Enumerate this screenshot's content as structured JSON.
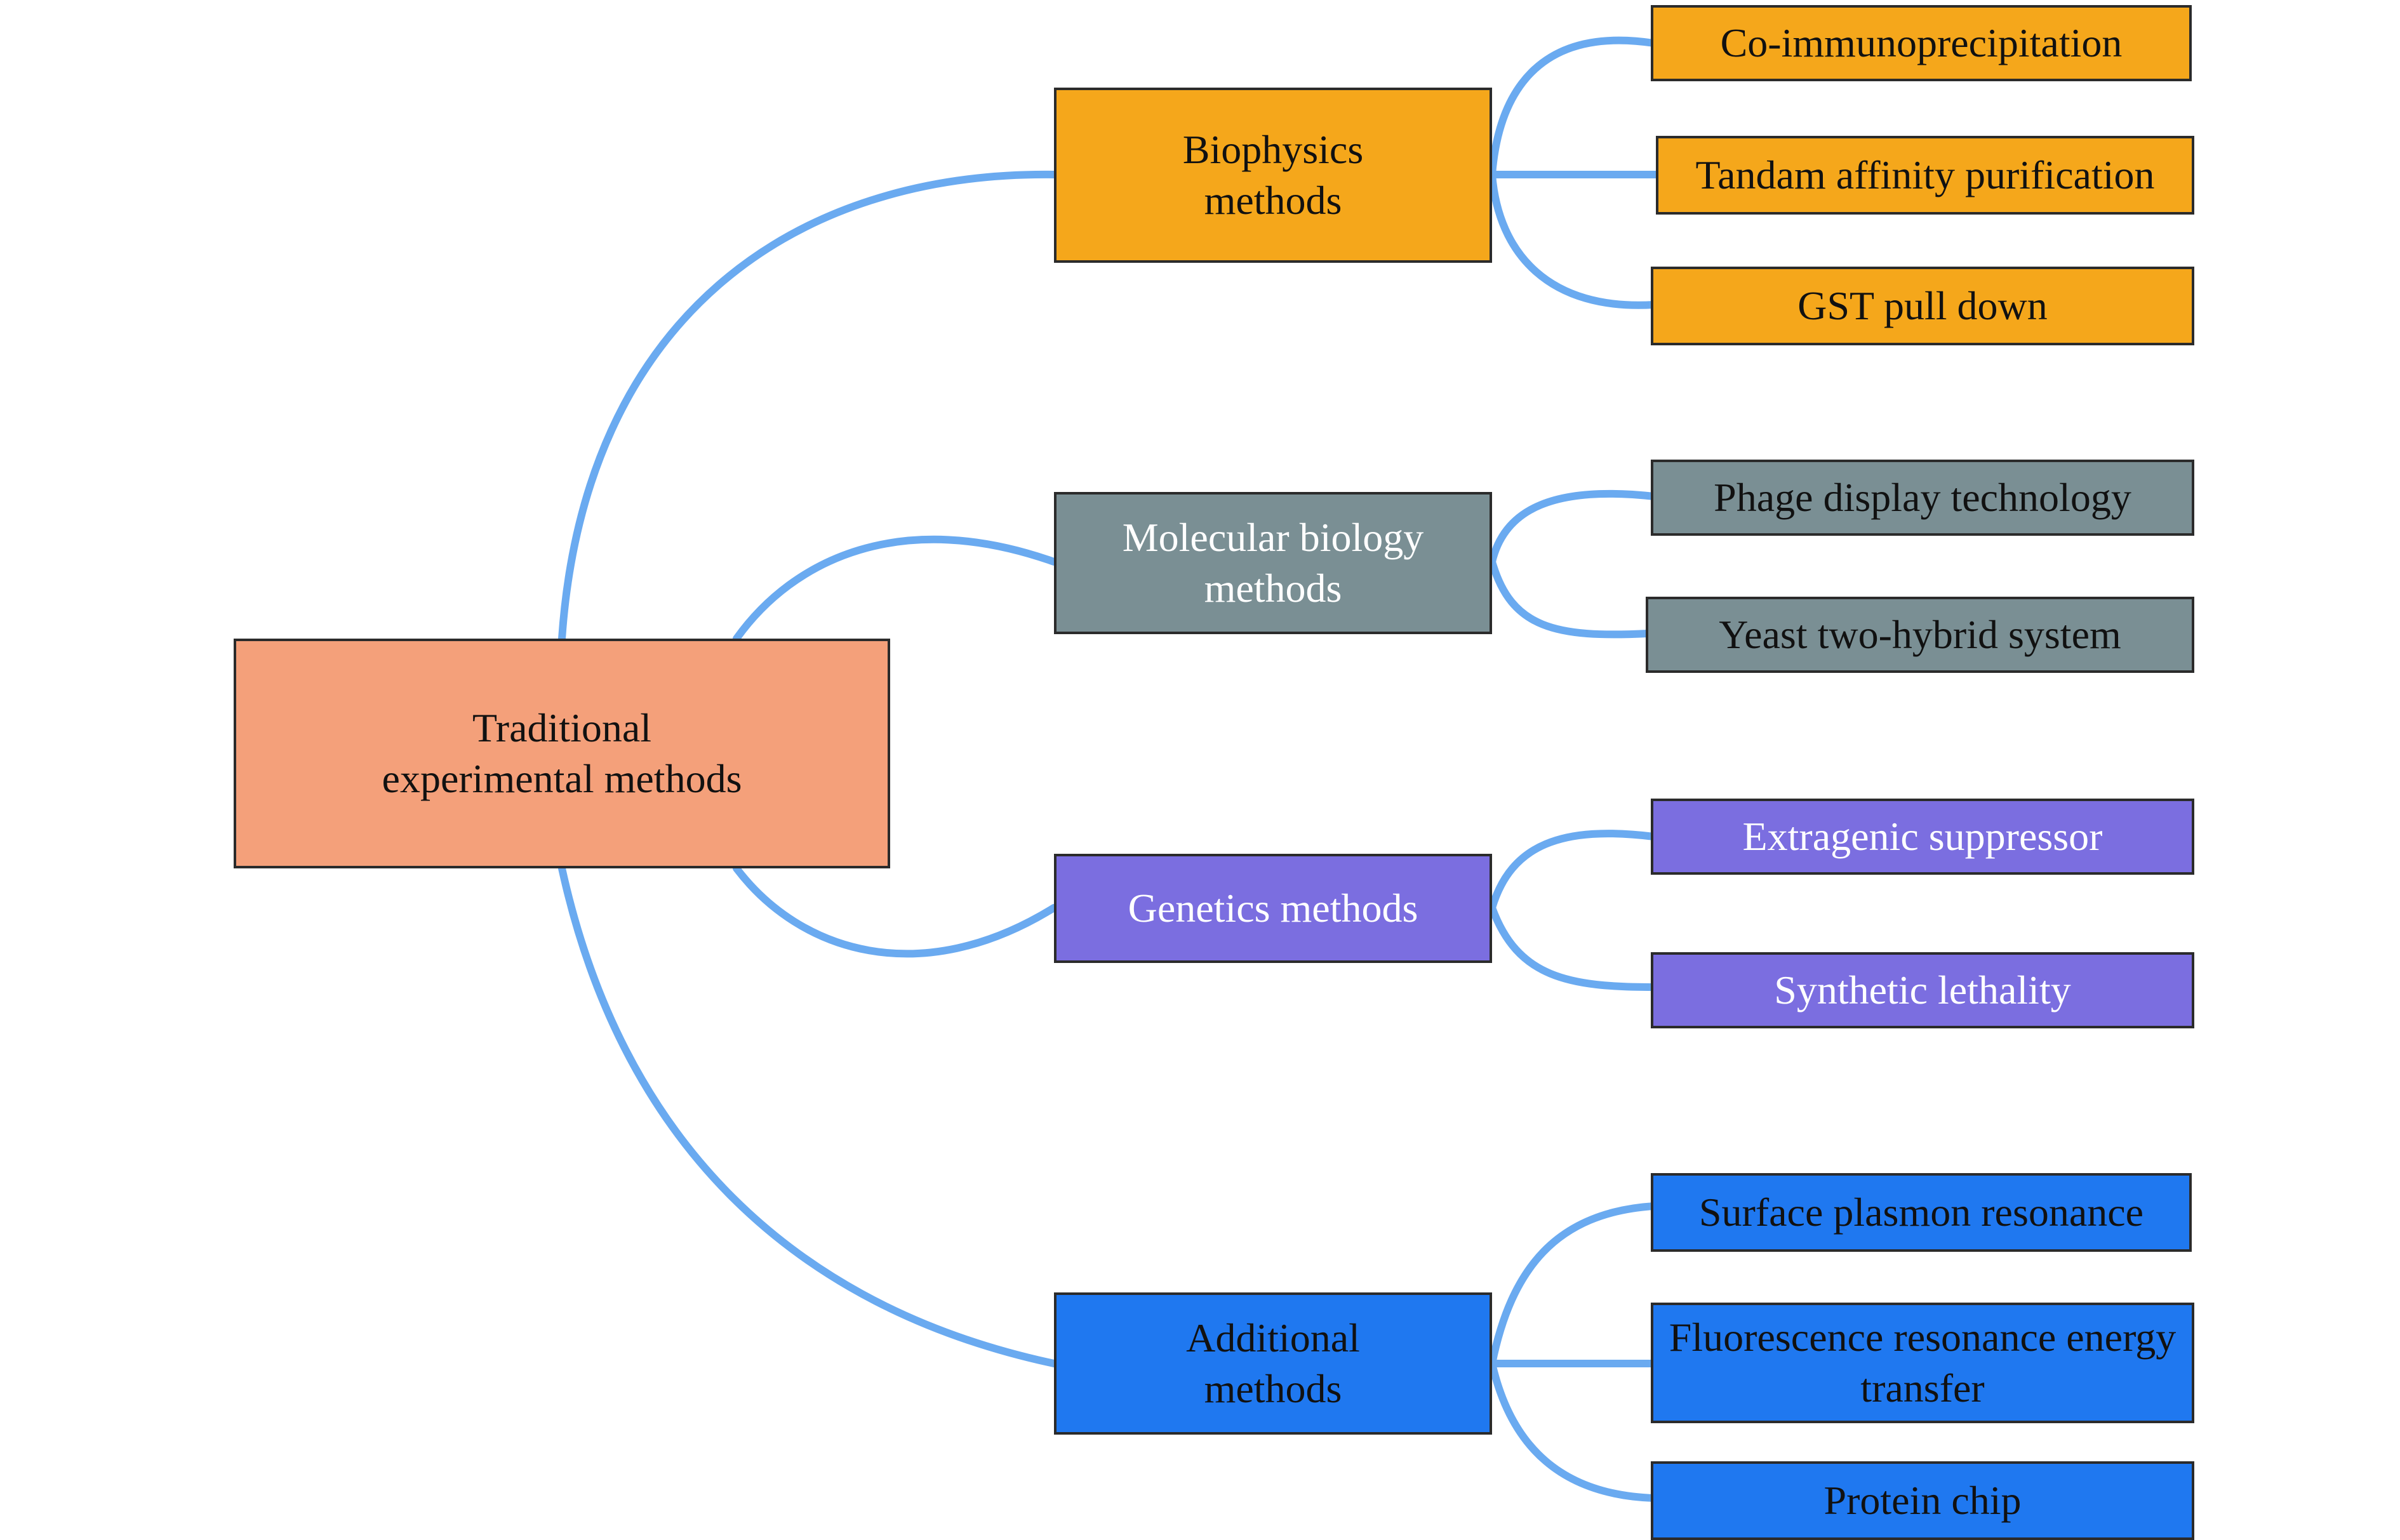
{
  "root": {
    "label": "Traditional experimental methods",
    "line1": "Traditional",
    "line2": "experimental methods"
  },
  "categories": [
    {
      "id": "biophysics",
      "line1": "Biophysics",
      "line2": "methods",
      "color": "#f5a71b",
      "children": [
        "Co-immunoprecipitation",
        "Tandam affinity purification",
        "GST pull down"
      ]
    },
    {
      "id": "molecular",
      "line1": "Molecular biology",
      "line2": "methods",
      "color": "#7a8f94",
      "children": [
        "Phage display technology",
        "Yeast two-hybrid system"
      ]
    },
    {
      "id": "genetics",
      "line1": "Genetics methods",
      "line2": "",
      "color": "#7b6ee0",
      "children": [
        "Extragenic suppressor",
        "Synthetic lethality"
      ]
    },
    {
      "id": "additional",
      "line1": "Additional",
      "line2": "methods",
      "color": "#1f78f0",
      "children": [
        "Surface plasmon resonance",
        "Fluorescence resonance energy transfer",
        "Protein chip"
      ]
    }
  ],
  "fret": {
    "line1": "Fluorescence resonance energy",
    "line2": "transfer"
  },
  "connector_color": "#6aaaf0"
}
